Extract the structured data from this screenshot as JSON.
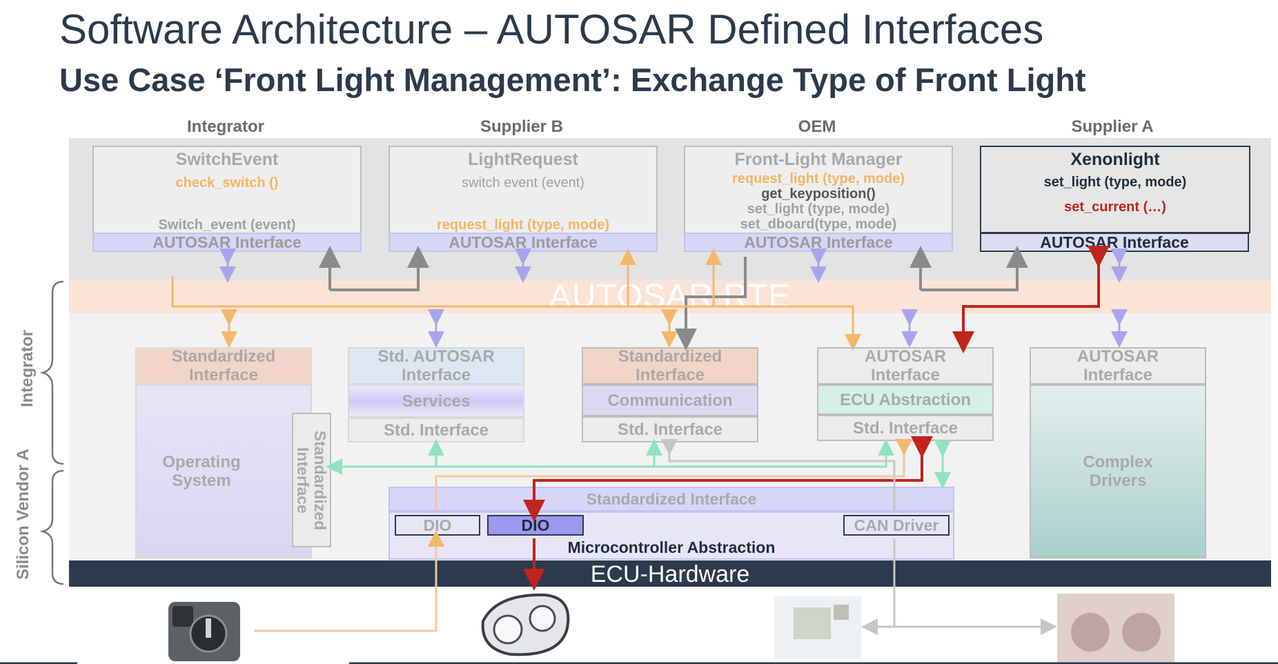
{
  "header": {
    "title": "Software Architecture – AUTOSAR Defined Interfaces",
    "subtitle": "Use Case ‘Front Light Management’: Exchange Type of Front Light"
  },
  "columns": [
    "Integrator",
    "Supplier B",
    "OEM",
    "Supplier A"
  ],
  "components": {
    "switch_event": {
      "name": "SwitchEvent",
      "fn1": "check_switch ()",
      "fn2": "Switch_event (event)",
      "interface": "AUTOSAR Interface"
    },
    "light_request": {
      "name": "LightRequest",
      "fn1": "switch event (event)",
      "fn2": "request_light (type, mode)",
      "interface": "AUTOSAR Interface"
    },
    "front_light_manager": {
      "name": "Front-Light Manager",
      "fn1": "request_light (type, mode)",
      "fn2": "get_keyposition()",
      "fn3": "set_light (type, mode)",
      "fn4": "set_dboard(type, mode)",
      "interface": "AUTOSAR Interface"
    },
    "xenonlight": {
      "name": "Xenonlight",
      "fn1": "set_light (type, mode)",
      "fn2": "set_current (…)",
      "interface": "AUTOSAR Interface"
    }
  },
  "rte_label": "AUTOSAR RTE",
  "basic_software": {
    "os": {
      "interface": "Standardized Interface",
      "body": "Operating System",
      "side": "Standardized Interface"
    },
    "services": {
      "interface": "Std. AUTOSAR Interface",
      "body": "Services",
      "std": "Std. Interface"
    },
    "communication": {
      "interface": "Standardized Interface",
      "body": "Communication",
      "std": "Std. Interface"
    },
    "ecu_abstraction": {
      "interface": "AUTOSAR Interface",
      "body": "ECU Abstraction",
      "std": "Std. Interface"
    },
    "complex_drivers": {
      "interface": "AUTOSAR Interface",
      "body": "Complex Drivers"
    },
    "mcal": {
      "interface": "Standardized Interface",
      "dio1": "DIO",
      "dio2": "DIO",
      "can": "CAN Driver",
      "label": "Microcontroller Abstraction"
    }
  },
  "hardware_label": "ECU-Hardware",
  "side_labels": {
    "integrator": "Integrator",
    "silicon_vendor": "Silicon Vendor A"
  },
  "colors": {
    "dark": "#2b3a4d",
    "orange": "#f5b76b",
    "red": "#c0241c",
    "gray": "#8a8a8a",
    "purple": "#a9a4ee",
    "teal": "#8fe3c0"
  }
}
